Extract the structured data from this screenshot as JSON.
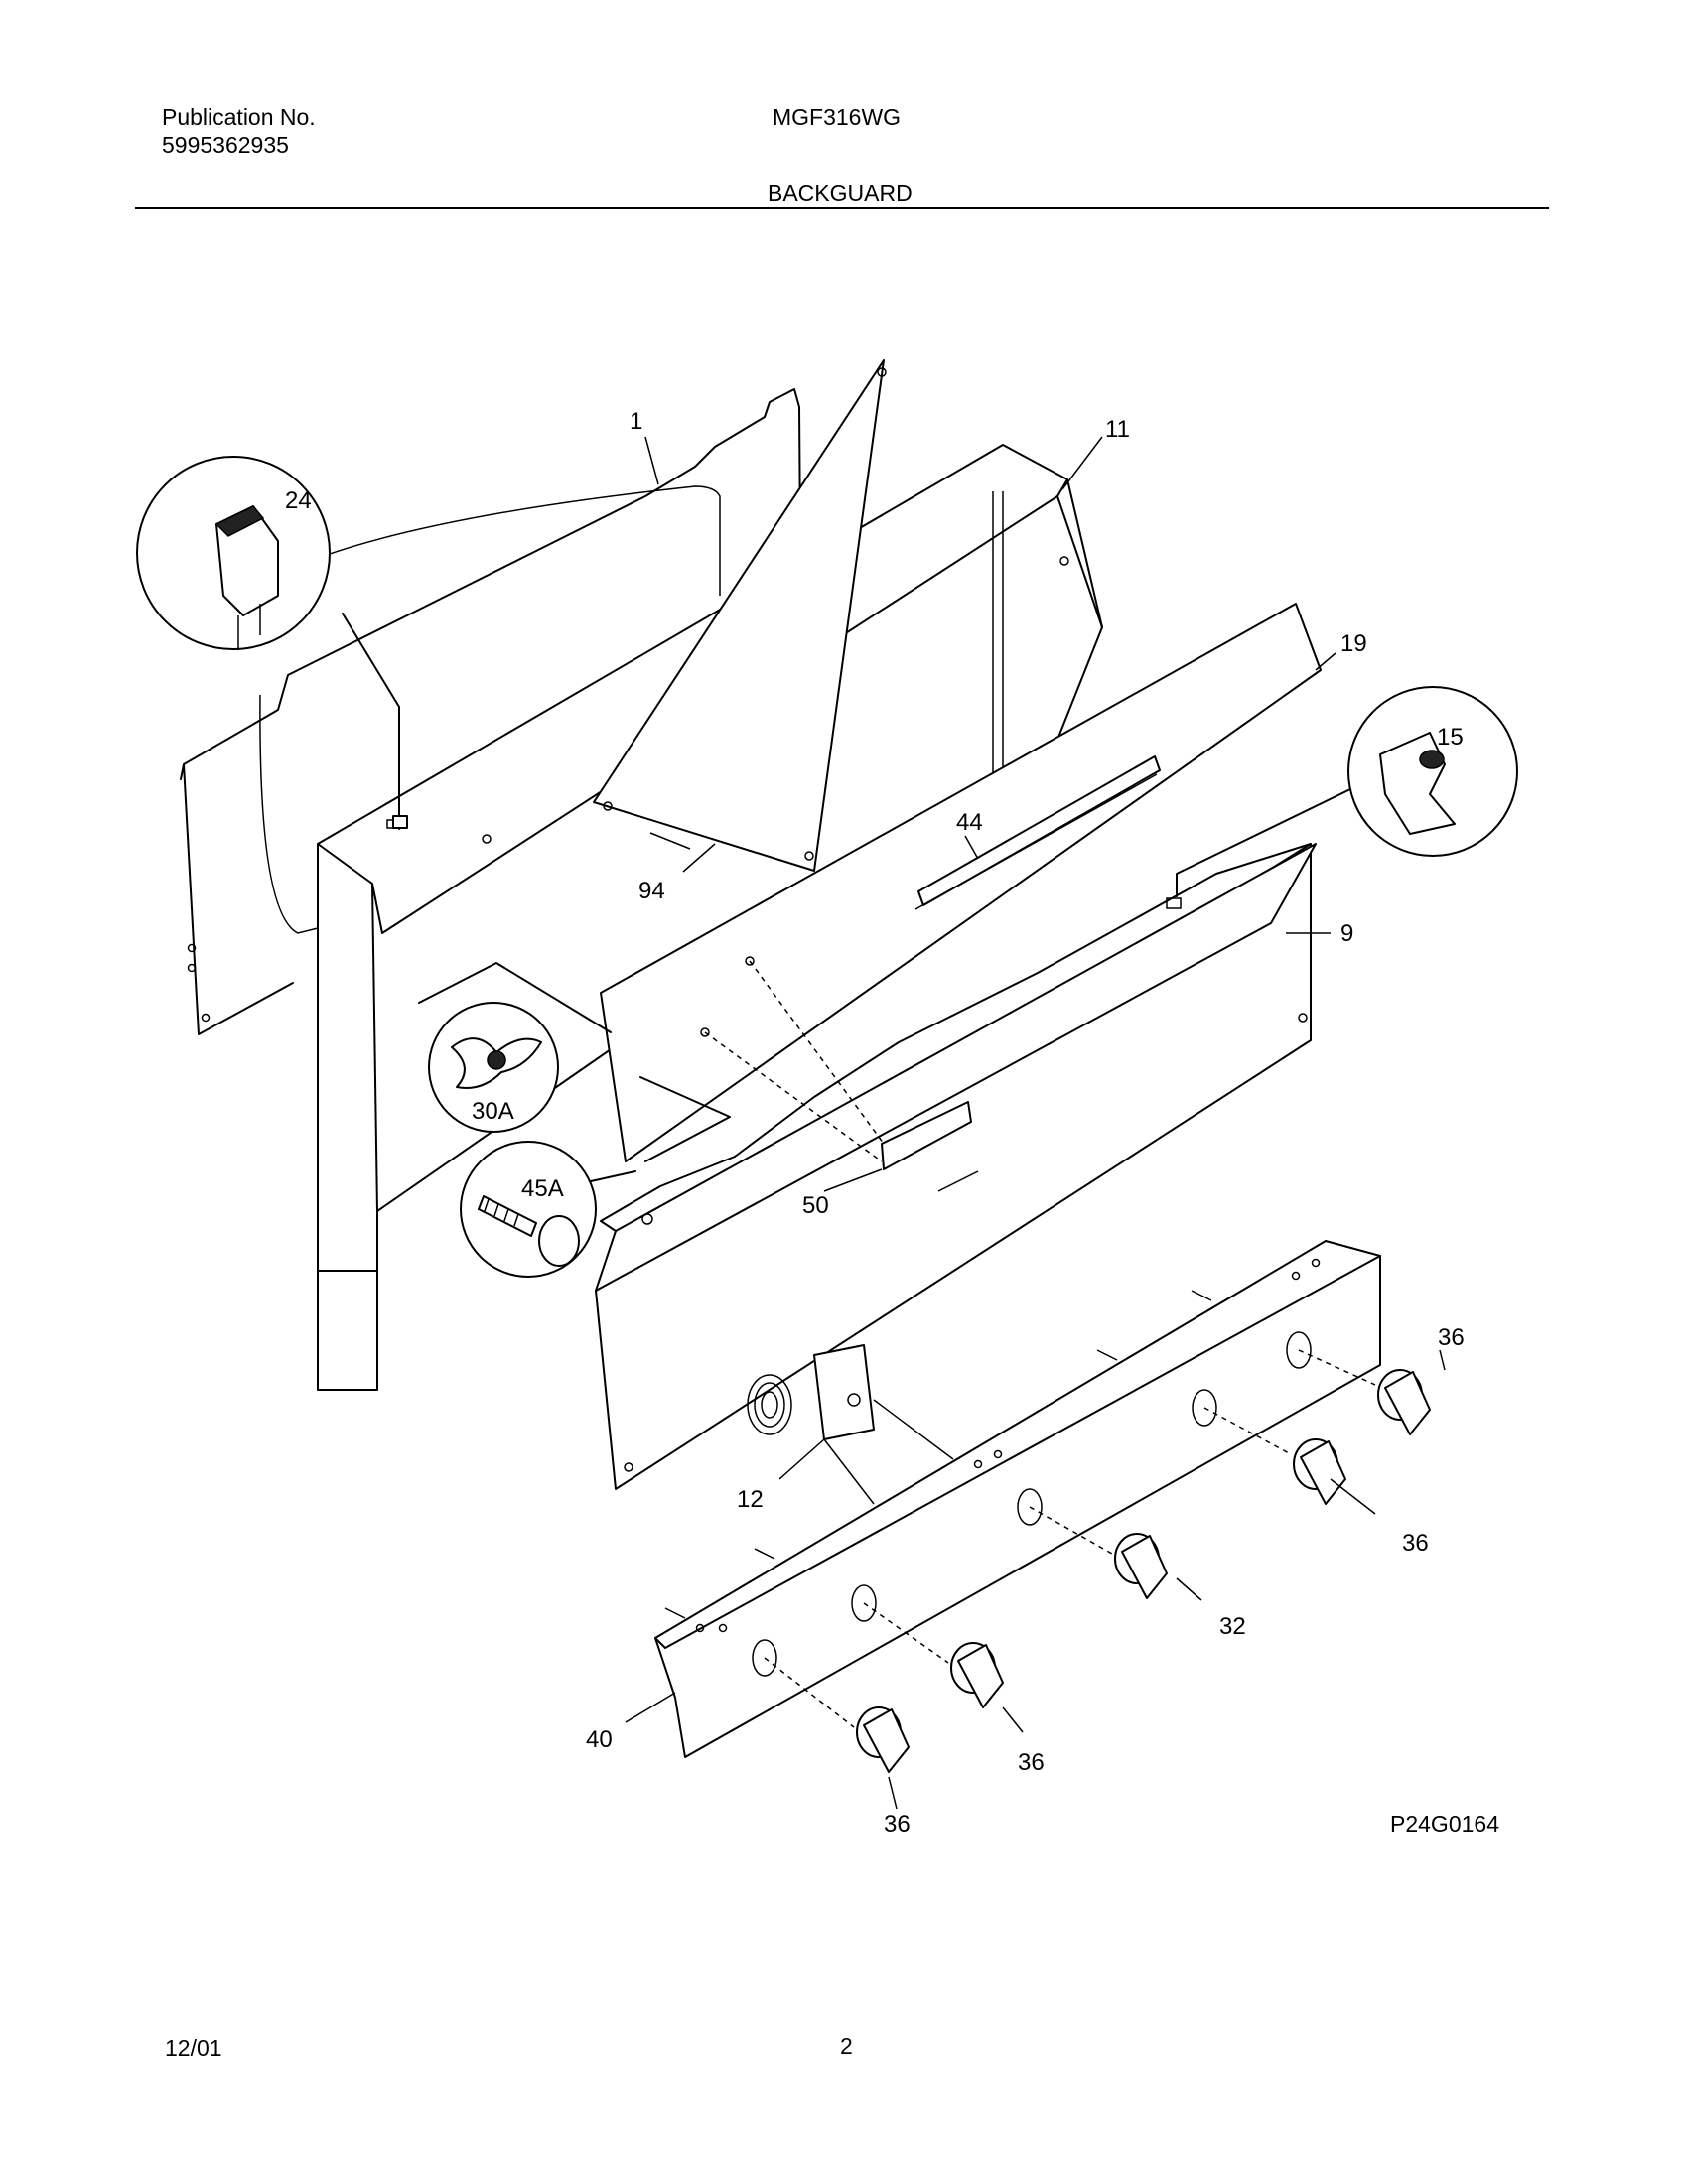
{
  "header": {
    "publication_label": "Publication No.",
    "publication_number": "5995362935",
    "model": "MGF316WG",
    "section_title": "BACKGUARD"
  },
  "callouts": {
    "c1": "1",
    "c11": "11",
    "c24": "24",
    "c19": "19",
    "c15": "15",
    "c44": "44",
    "c94": "94",
    "c9": "9",
    "c30a": "30A",
    "c45a": "45A",
    "c50": "50",
    "c36a": "36",
    "c36b": "36",
    "c36c": "36",
    "c36d": "36",
    "c12": "12",
    "c32": "32",
    "c40": "40"
  },
  "footer": {
    "figure_code": "P24G0164",
    "date": "12/01",
    "page_number": "2"
  }
}
